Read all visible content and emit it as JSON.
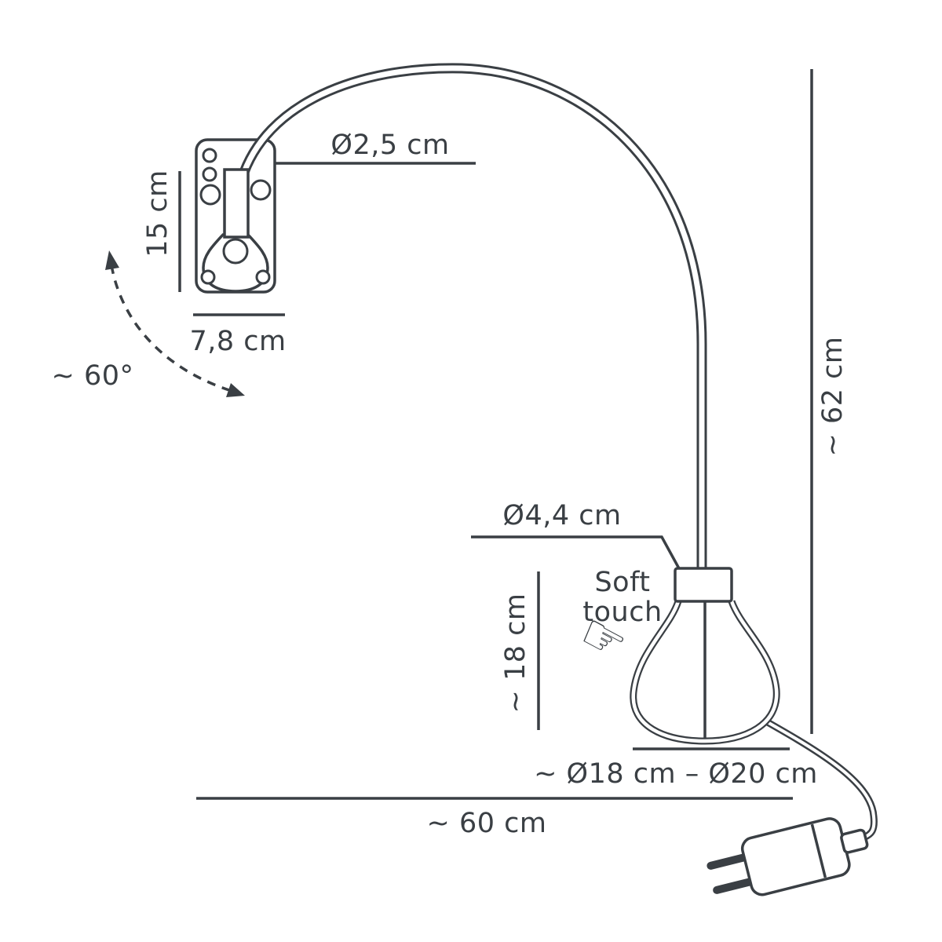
{
  "diagram": {
    "labels": {
      "tube_diameter": "Ø2,5 cm",
      "bracket_height": "15 cm",
      "bracket_width": "7,8 cm",
      "swivel_angle": "~ 60°",
      "overall_height": "~ 62 cm",
      "neck_diameter": "Ø4,4 cm",
      "soft_touch_1": "Soft",
      "soft_touch_2": "touch",
      "shade_height": "~ 18 cm",
      "shade_diameter_range": "~ Ø18 cm – Ø20 cm",
      "arm_reach": "~ 60 cm"
    },
    "icons": {
      "pointing_hand": "☞"
    },
    "colors": {
      "line": "#3a3f44",
      "background": "#ffffff"
    }
  }
}
